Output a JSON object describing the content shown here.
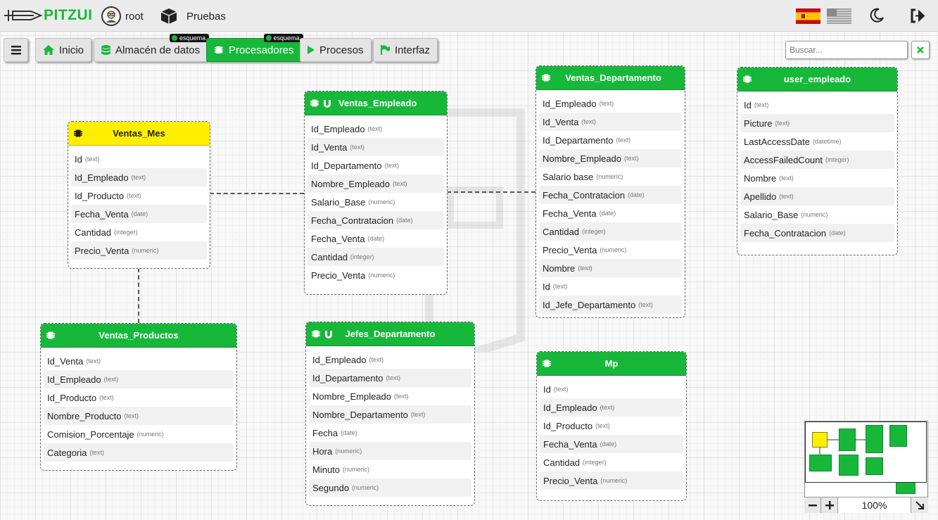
{
  "app": {
    "name": "PITZUI",
    "user": "root",
    "project": "Pruebas"
  },
  "toolbar": {
    "menu_icon": "hamburger-icon",
    "buttons": [
      {
        "label": "Inicio",
        "icon": "home-icon"
      },
      {
        "label": "Almacén de datos",
        "icon": "database-icon",
        "badge": "esquema"
      },
      {
        "label": "Procesadores",
        "icon": "chip-icon",
        "badge": "esquema",
        "active": true
      },
      {
        "label": "Procesos",
        "icon": "play-icon"
      },
      {
        "label": "Interfaz",
        "icon": "flag-icon"
      }
    ],
    "search_placeholder": "Buscar..."
  },
  "colors": {
    "accent": "#17b83a",
    "highlight": "#ffee00"
  },
  "tables": {
    "ventas_mes": {
      "title": "Ventas_Mes",
      "fields": [
        {
          "name": "Id",
          "type": "(text)"
        },
        {
          "name": "Id_Empleado",
          "type": "(text)"
        },
        {
          "name": "Id_Producto",
          "type": "(text)"
        },
        {
          "name": "Fecha_Venta",
          "type": "(date)"
        },
        {
          "name": "Cantidad",
          "type": "(integer)"
        },
        {
          "name": "Precio_Venta",
          "type": "(numeric)"
        }
      ]
    },
    "ventas_empleado": {
      "title": "Ventas_Empleado",
      "fields": [
        {
          "name": "Id_Empleado",
          "type": "(text)"
        },
        {
          "name": "Id_Venta",
          "type": "(text)"
        },
        {
          "name": "Id_Departamento",
          "type": "(text)"
        },
        {
          "name": "Nombre_Empleado",
          "type": "(text)"
        },
        {
          "name": "Salario_Base",
          "type": "(numeric)"
        },
        {
          "name": "Fecha_Contratacion",
          "type": "(date)"
        },
        {
          "name": "Fecha_Venta",
          "type": "(date)"
        },
        {
          "name": "Cantidad",
          "type": "(integer)"
        },
        {
          "name": "Precio_Venta",
          "type": "(numeric)"
        }
      ]
    },
    "ventas_departamento": {
      "title": "Ventas_Departamento",
      "fields": [
        {
          "name": "Id_Empleado",
          "type": "(text)"
        },
        {
          "name": "Id_Venta",
          "type": "(text)"
        },
        {
          "name": "Id_Departamento",
          "type": "(text)"
        },
        {
          "name": "Nombre_Empleado",
          "type": "(text)"
        },
        {
          "name": "Salario base",
          "type": "(numeric)"
        },
        {
          "name": "Fecha_Contratacion",
          "type": "(date)"
        },
        {
          "name": "Fecha_Venta",
          "type": "(date)"
        },
        {
          "name": "Cantidad",
          "type": "(integer)"
        },
        {
          "name": "Precio_Venta",
          "type": "(numeric)"
        },
        {
          "name": "Nombre",
          "type": "(text)"
        },
        {
          "name": "Id",
          "type": "(text)"
        },
        {
          "name": "Id_Jefe_Departamento",
          "type": "(text)"
        }
      ]
    },
    "user_empleado": {
      "title": "user_empleado",
      "fields": [
        {
          "name": "Id",
          "type": "(text)"
        },
        {
          "name": "Picture",
          "type": "(text)"
        },
        {
          "name": "LastAccessDate",
          "type": "(datetime)"
        },
        {
          "name": "AccessFailedCount",
          "type": "(integer)"
        },
        {
          "name": "Nombre",
          "type": "(text)"
        },
        {
          "name": "Apellido",
          "type": "(text)"
        },
        {
          "name": "Salario_Base",
          "type": "(numeric)"
        },
        {
          "name": "Fecha_Contratacion",
          "type": "(date)"
        }
      ]
    },
    "ventas_productos": {
      "title": "Ventas_Productos",
      "fields": [
        {
          "name": "Id_Venta",
          "type": "(text)"
        },
        {
          "name": "Id_Empleado",
          "type": "(text)"
        },
        {
          "name": "Id_Producto",
          "type": "(text)"
        },
        {
          "name": "Nombre_Producto",
          "type": "(text)"
        },
        {
          "name": "Comision_Porcentaje",
          "type": "(numeric)"
        },
        {
          "name": "Categoria",
          "type": "(text)"
        }
      ]
    },
    "jefes_departamento": {
      "title": "Jefes_Departamento",
      "fields": [
        {
          "name": "Id_Empleado",
          "type": "(text)"
        },
        {
          "name": "Id_Departamento",
          "type": "(text)"
        },
        {
          "name": "Nombre_Empleado",
          "type": "(text)"
        },
        {
          "name": "Nombre_Departamento",
          "type": "(text)"
        },
        {
          "name": "Fecha",
          "type": "(date)"
        },
        {
          "name": "Hora",
          "type": "(numeric)"
        },
        {
          "name": "Minuto",
          "type": "(numeric)"
        },
        {
          "name": "Segundo",
          "type": "(numeric)"
        }
      ]
    },
    "mp": {
      "title": "Mp",
      "fields": [
        {
          "name": "Id",
          "type": "(text)"
        },
        {
          "name": "Id_Empleado",
          "type": "(text)"
        },
        {
          "name": "Id_Producto",
          "type": "(text)"
        },
        {
          "name": "Fecha_Venta",
          "type": "(date)"
        },
        {
          "name": "Cantidad",
          "type": "(integer)"
        },
        {
          "name": "Precio_Venta",
          "type": "(numeric)"
        }
      ]
    }
  },
  "minimap": {
    "zoom": "100%"
  }
}
